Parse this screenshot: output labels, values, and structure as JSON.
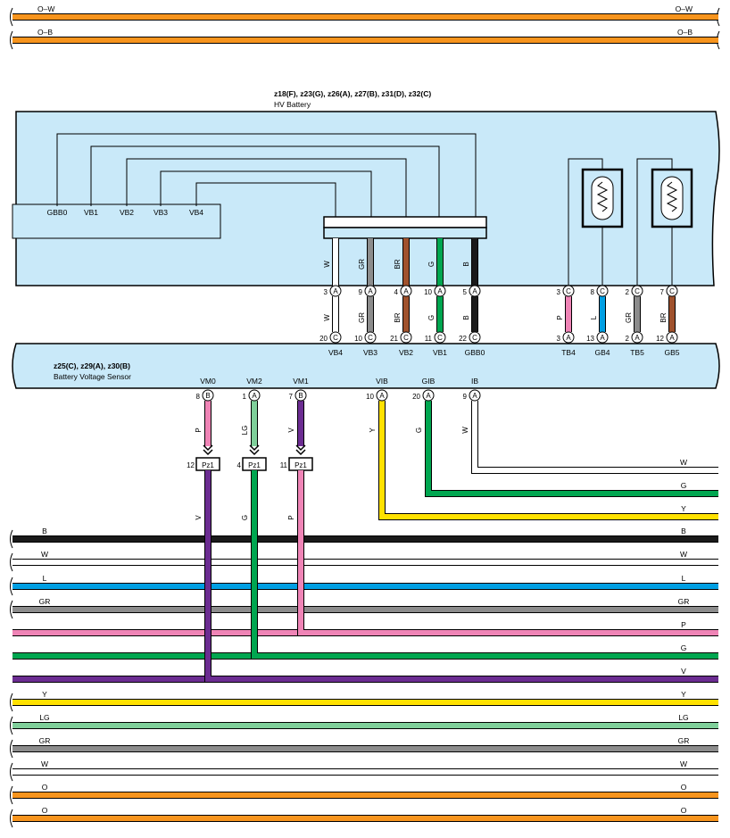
{
  "colors": {
    "B": "#1a1a1a",
    "W": "#ffffff",
    "L": "#009fe3",
    "GR": "#8c8c8c",
    "P": "#ef84b6",
    "G": "#00a650",
    "V": "#6b2c91",
    "Y": "#ffe100",
    "LG": "#7fcf9a",
    "O": "#f7941d",
    "BR": "#a0522d",
    "box_fill": "#c9e9f9",
    "stroke": "#000000"
  },
  "top_wires": [
    {
      "left_label": "O–W",
      "right_label": "O–W",
      "color": "O"
    },
    {
      "left_label": "O–B",
      "right_label": "O–B",
      "color": "O"
    }
  ],
  "hv_battery": {
    "codes": "z18(F), z23(G), z26(A), z27(B), z31(D), z32(C)",
    "name": "HV Battery",
    "internal_labels": [
      "GBB0",
      "VB1",
      "VB2",
      "VB3",
      "VB4"
    ]
  },
  "sensor": {
    "codes": "z25(C), z29(A), z30(B)",
    "name": "Battery Voltage Sensor"
  },
  "hv_connections": [
    {
      "upper_pin": "3",
      "upper_conn": "A",
      "wire": "W",
      "lower_pin": "20",
      "lower_conn": "C",
      "label": "VB4"
    },
    {
      "upper_pin": "9",
      "upper_conn": "A",
      "wire": "GR",
      "lower_pin": "10",
      "lower_conn": "C",
      "label": "VB3"
    },
    {
      "upper_pin": "4",
      "upper_conn": "A",
      "wire": "BR",
      "lower_pin": "21",
      "lower_conn": "C",
      "label": "VB2"
    },
    {
      "upper_pin": "10",
      "upper_conn": "A",
      "wire": "G",
      "lower_pin": "11",
      "lower_conn": "C",
      "label": "VB1"
    },
    {
      "upper_pin": "5",
      "upper_conn": "A",
      "wire": "B",
      "lower_pin": "22",
      "lower_conn": "C",
      "label": "GBB0"
    },
    {
      "upper_pin": "3",
      "upper_conn": "C",
      "wire": "P",
      "lower_pin": "3",
      "lower_conn": "A",
      "label": "TB4"
    },
    {
      "upper_pin": "8",
      "upper_conn": "C",
      "wire": "L",
      "lower_pin": "13",
      "lower_conn": "A",
      "label": "GB4"
    },
    {
      "upper_pin": "2",
      "upper_conn": "C",
      "wire": "GR",
      "lower_pin": "2",
      "lower_conn": "A",
      "label": "TB5"
    },
    {
      "upper_pin": "7",
      "upper_conn": "C",
      "wire": "BR",
      "lower_pin": "12",
      "lower_conn": "A",
      "label": "GB5"
    }
  ],
  "sensor_pins": [
    {
      "label": "VM0",
      "pin": "8",
      "conn": "B",
      "wire": "P",
      "pz_pin": "12",
      "pz": "Pz1",
      "out_wire": "V"
    },
    {
      "label": "VM2",
      "pin": "1",
      "conn": "A",
      "wire": "LG",
      "pz_pin": "4",
      "pz": "Pz1",
      "out_wire": "G"
    },
    {
      "label": "VM1",
      "pin": "7",
      "conn": "B",
      "wire": "V",
      "pz_pin": "11",
      "pz": "Pz1",
      "out_wire": "P"
    },
    {
      "label": "VIB",
      "pin": "10",
      "conn": "A",
      "wire": "Y"
    },
    {
      "label": "GIB",
      "pin": "20",
      "conn": "A",
      "wire": "G"
    },
    {
      "label": "IB",
      "pin": "9",
      "conn": "A",
      "wire": "W"
    }
  ],
  "right_outputs": [
    {
      "label": "W"
    },
    {
      "label": "G"
    },
    {
      "label": "Y"
    }
  ],
  "bus_wires": [
    {
      "left_label": "B",
      "right_label": "B",
      "color": "B"
    },
    {
      "left_label": "W",
      "right_label": "W",
      "color": "W"
    },
    {
      "left_label": "L",
      "right_label": "L",
      "color": "L"
    },
    {
      "left_label": "GR",
      "right_label": "GR",
      "color": "GR"
    },
    {
      "left_label": "",
      "right_label": "P",
      "color": "P"
    },
    {
      "left_label": "",
      "right_label": "G",
      "color": "G"
    },
    {
      "left_label": "",
      "right_label": "V",
      "color": "V"
    },
    {
      "left_label": "Y",
      "right_label": "Y",
      "color": "Y"
    },
    {
      "left_label": "LG",
      "right_label": "LG",
      "color": "LG"
    },
    {
      "left_label": "GR",
      "right_label": "GR",
      "color": "GR"
    },
    {
      "left_label": "W",
      "right_label": "W",
      "color": "W"
    },
    {
      "left_label": "O",
      "right_label": "O",
      "color": "O"
    },
    {
      "left_label": "O",
      "right_label": "O",
      "color": "O"
    }
  ]
}
